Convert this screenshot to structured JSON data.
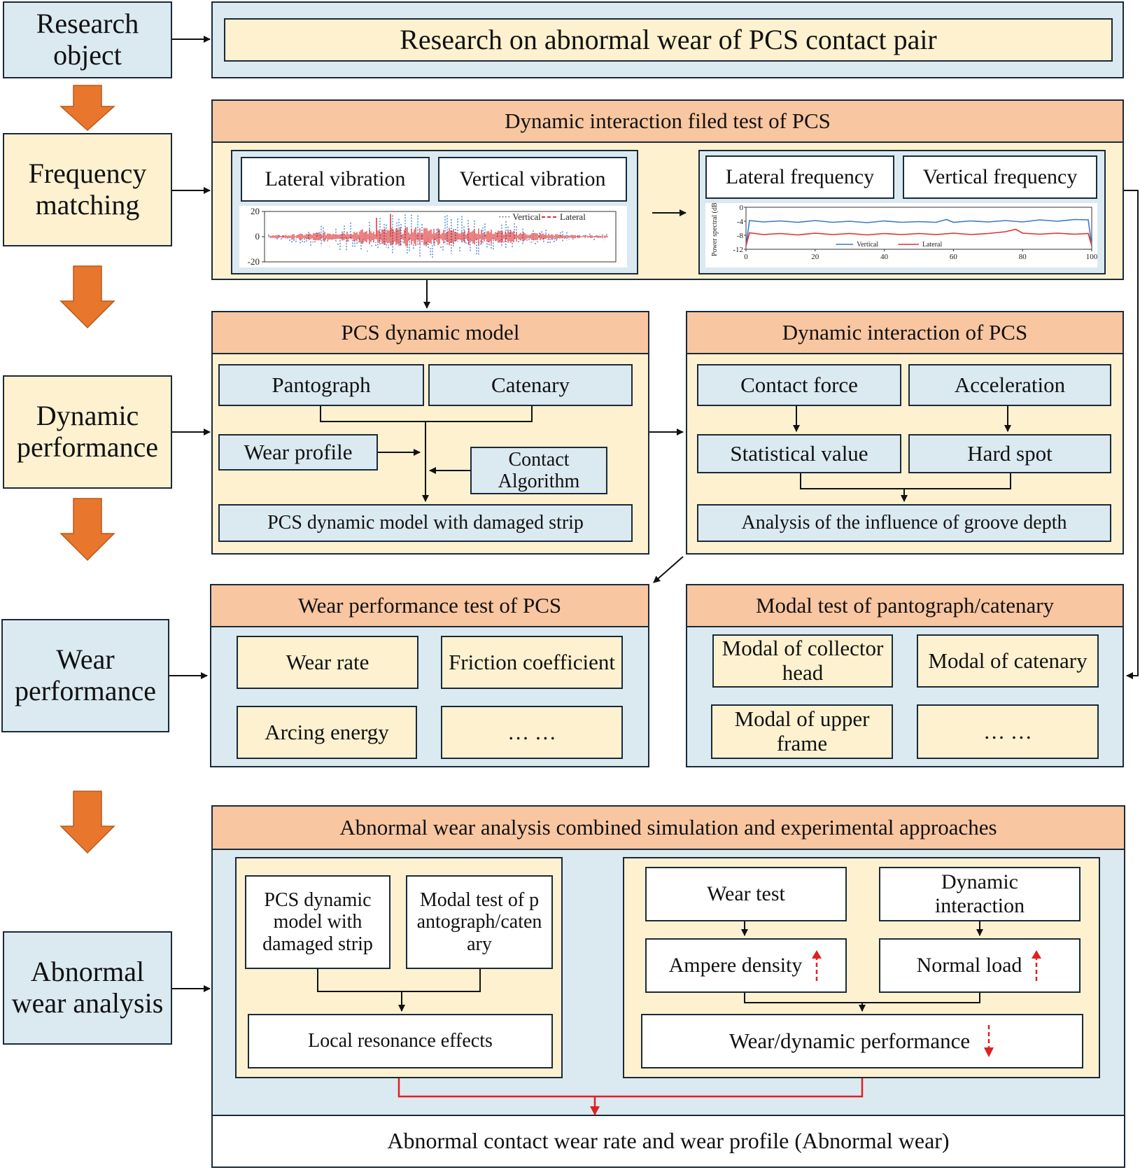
{
  "stages": {
    "research_object": "Research object",
    "frequency_matching": "Frequency matching",
    "dynamic_performance": "Dynamic performance",
    "wear_performance": "Wear performance",
    "abnormal_wear_analysis": "Abnormal wear analysis"
  },
  "research": {
    "title": "Research  on  abnormal  wear  of  PCS  contact  pair"
  },
  "field_test": {
    "header": "Dynamic interaction filed test of PCS",
    "lateral_vibration": "Lateral vibration",
    "vertical_vibration": "Vertical vibration",
    "lateral_frequency": "Lateral frequency",
    "vertical_frequency": "Vertical frequency"
  },
  "vibration_plot": {
    "legend_vertical": "Vertical",
    "legend_lateral": "Lateral",
    "y_ticks": [
      "20",
      "0",
      "-20"
    ]
  },
  "spectrum_plot": {
    "ylabel": "Power spectral (dB)",
    "y_ticks": [
      "0",
      "-4",
      "-8",
      "-12"
    ],
    "x_ticks": [
      "0",
      "20",
      "40",
      "60",
      "80",
      "100"
    ],
    "legend_vertical": "Vertical",
    "legend_lateral": "Lateral"
  },
  "chart_data": [
    {
      "type": "line",
      "series": [
        {
          "name": "Vertical",
          "color": "#3b78c8",
          "style": "dotted"
        },
        {
          "name": "Lateral",
          "color": "#e03030",
          "style": "dashed"
        }
      ],
      "ylim": [
        -20,
        20
      ],
      "y_ticks": [
        20,
        0,
        -20
      ]
    },
    {
      "type": "line",
      "ylabel": "Power spectral (dB)",
      "xlim": [
        0,
        100
      ],
      "ylim": [
        -12,
        0
      ],
      "x_ticks": [
        0,
        20,
        40,
        60,
        80,
        100
      ],
      "y_ticks": [
        0,
        -4,
        -8,
        -12
      ],
      "series": [
        {
          "name": "Vertical",
          "color": "#3b78c8",
          "x": [
            0,
            1,
            5,
            10,
            15,
            20,
            25,
            30,
            35,
            40,
            45,
            50,
            55,
            58,
            60,
            65,
            70,
            75,
            80,
            85,
            90,
            95,
            99,
            100
          ],
          "values": [
            -11,
            -3.8,
            -4.2,
            -3.9,
            -4.3,
            -3.8,
            -4.3,
            -4.0,
            -4.4,
            -3.9,
            -4.3,
            -4.1,
            -4.3,
            -3.5,
            -4.3,
            -3.9,
            -4.2,
            -3.8,
            -4.2,
            -3.6,
            -4.0,
            -3.5,
            -3.6,
            -11
          ]
        },
        {
          "name": "Lateral",
          "color": "#e03030",
          "x": [
            0,
            1,
            5,
            10,
            15,
            20,
            25,
            30,
            35,
            40,
            45,
            50,
            55,
            60,
            65,
            70,
            75,
            78,
            80,
            85,
            90,
            95,
            99,
            100
          ],
          "values": [
            -11,
            -7.3,
            -7.8,
            -7.5,
            -7.9,
            -7.4,
            -7.8,
            -7.5,
            -7.9,
            -7.5,
            -7.8,
            -7.5,
            -7.8,
            -7.4,
            -7.8,
            -7.5,
            -7.0,
            -6.3,
            -7.4,
            -7.7,
            -7.4,
            -7.7,
            -7.5,
            -11
          ]
        }
      ]
    }
  ],
  "dynamic_model": {
    "header": "PCS dynamic model",
    "pantograph": "Pantograph",
    "catenary": "Catenary",
    "wear_profile": "Wear profile",
    "contact_algorithm": "Contact Algorithm",
    "damaged_model": "PCS dynamic model with damaged strip"
  },
  "dynamic_interaction": {
    "header": "Dynamic interaction of PCS",
    "contact_force": "Contact force",
    "acceleration": "Acceleration",
    "statistical_value": "Statistical  value",
    "hard_spot": "Hard spot",
    "groove_analysis": "Analysis of the influence of groove depth"
  },
  "wear_test": {
    "header": "Wear performance test of PCS",
    "wear_rate": "Wear rate",
    "friction_coefficient": "Friction coefficient",
    "arcing_energy": "Arcing energy",
    "ellipsis": "… …"
  },
  "modal_test": {
    "header": "Modal test of pantograph/catenary",
    "collector_head": "Modal of collector head",
    "catenary": "Modal of catenary",
    "upper_frame": "Modal of upper  frame",
    "ellipsis": "… …"
  },
  "abnormal": {
    "header": "Abnormal wear analysis combined simulation and experimental approaches",
    "pcs_model": "PCS dynamic model with damaged strip",
    "modal_test": "Modal test of pantograph/catenary",
    "local_resonance": "Local resonance effects",
    "wear_test": "Wear test",
    "dynamic_interaction": "Dynamic interaction",
    "ampere_density": "Ampere density",
    "normal_load": "Normal load",
    "wear_dynamic": "Wear/dynamic performance",
    "result": "Abnormal contact wear rate and wear profile (Abnormal wear)"
  },
  "colors": {
    "blue_fill": "#dbe9f1",
    "cream_fill": "#fdf1cf",
    "orange_header": "#f8c6a0",
    "flow_arrow": "#e8762c",
    "red_arrow": "#e02020"
  }
}
